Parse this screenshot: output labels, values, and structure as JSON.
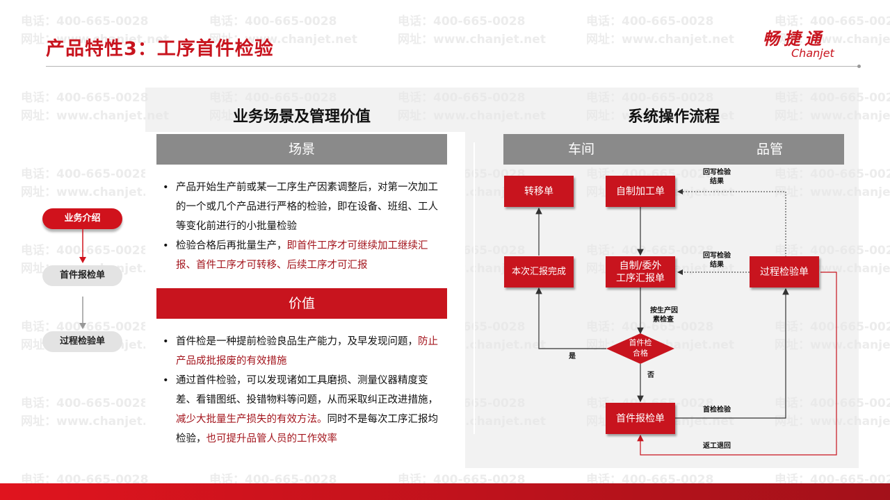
{
  "watermark": {
    "phone": "电话：400-665-0028",
    "site": "网址：www.chanjet.net"
  },
  "header": {
    "title": "产品特性3：工序首件检验"
  },
  "logo": {
    "cn": "畅捷通",
    "en": "Chanjet"
  },
  "nav": {
    "items": [
      "业务介绍",
      "首件报检单",
      "过程检验单"
    ]
  },
  "left": {
    "title": "业务场景及管理价值",
    "scene": {
      "bar": "场景",
      "bullets": [
        {
          "plain": "产品开始生产前或某一工序生产因素调整后，对第一次加工的一个或几个产品进行严格的检验，即在设备、班组、工人等变化前进行的小批量检验",
          "hl": "",
          "tail": ""
        },
        {
          "plain": "检验合格后再批量生产，",
          "hl": "即首件工序才可继续加工继续汇报、首件工序才可转移、后续工序才可汇报",
          "tail": ""
        }
      ]
    },
    "value": {
      "bar": "价值",
      "bullets": [
        {
          "plain": "首件检是一种提前检验良品生产能力，及早发现问题，",
          "hl": "防止产品成批报废的有效措施",
          "tail": ""
        },
        {
          "plain": "通过首件检验，可以发现诸如工具磨损、测量仪器精度变差、看错图纸、投错物料等问题，从而采取纠正改进措施，",
          "hl": "减少大批量生产损失的有效方法。",
          "tail": "同时不是每次工序汇报均检验，",
          "hl2": "也可提升品管人员的工作效率"
        }
      ]
    }
  },
  "right": {
    "title": "系统操作流程",
    "header_left": "车间",
    "header_right": "品管",
    "boxes": {
      "transfer": "转移单",
      "self_process": "自制加工单",
      "report_done": "本次汇报完成",
      "process_report": [
        "自制/委外",
        "工序汇报单"
      ],
      "process_inspect": "过程检验单",
      "first_pass": [
        "首件检",
        "合格"
      ],
      "first_report": "首件报检单"
    },
    "labels": {
      "writeback1": [
        "回写检验",
        "结果"
      ],
      "writeback2": [
        "回写检验",
        "结果"
      ],
      "factor_check": [
        "按生产因",
        "素检查"
      ],
      "yes": "是",
      "no": "否",
      "first_inspect": "首检检验",
      "rework": "返工退回"
    }
  },
  "colors": {
    "brand_red": "#c8141e",
    "grey_bar": "#8a8a8a"
  }
}
